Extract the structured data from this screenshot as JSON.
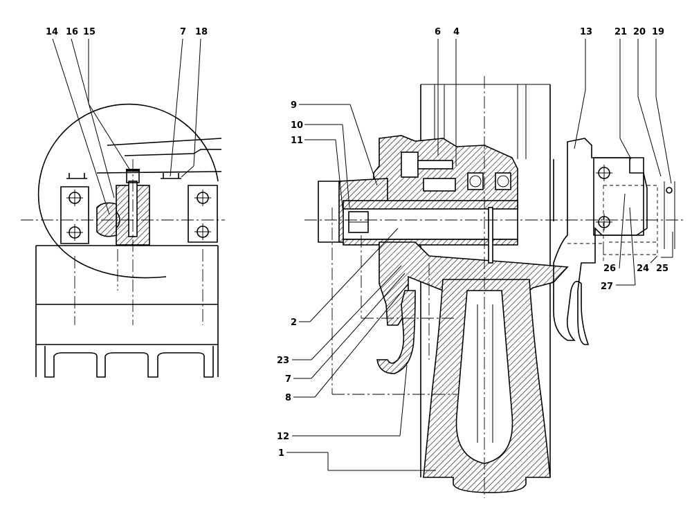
{
  "callouts": {
    "left_view": [
      "14",
      "16",
      "15",
      "7",
      "18"
    ],
    "right_top": [
      "6",
      "4",
      "13",
      "21",
      "20",
      "19"
    ],
    "right_left": [
      "9",
      "10",
      "11",
      "2",
      "23",
      "7",
      "8",
      "12",
      "1"
    ],
    "right_right": [
      "26",
      "27",
      "24",
      "25"
    ]
  }
}
